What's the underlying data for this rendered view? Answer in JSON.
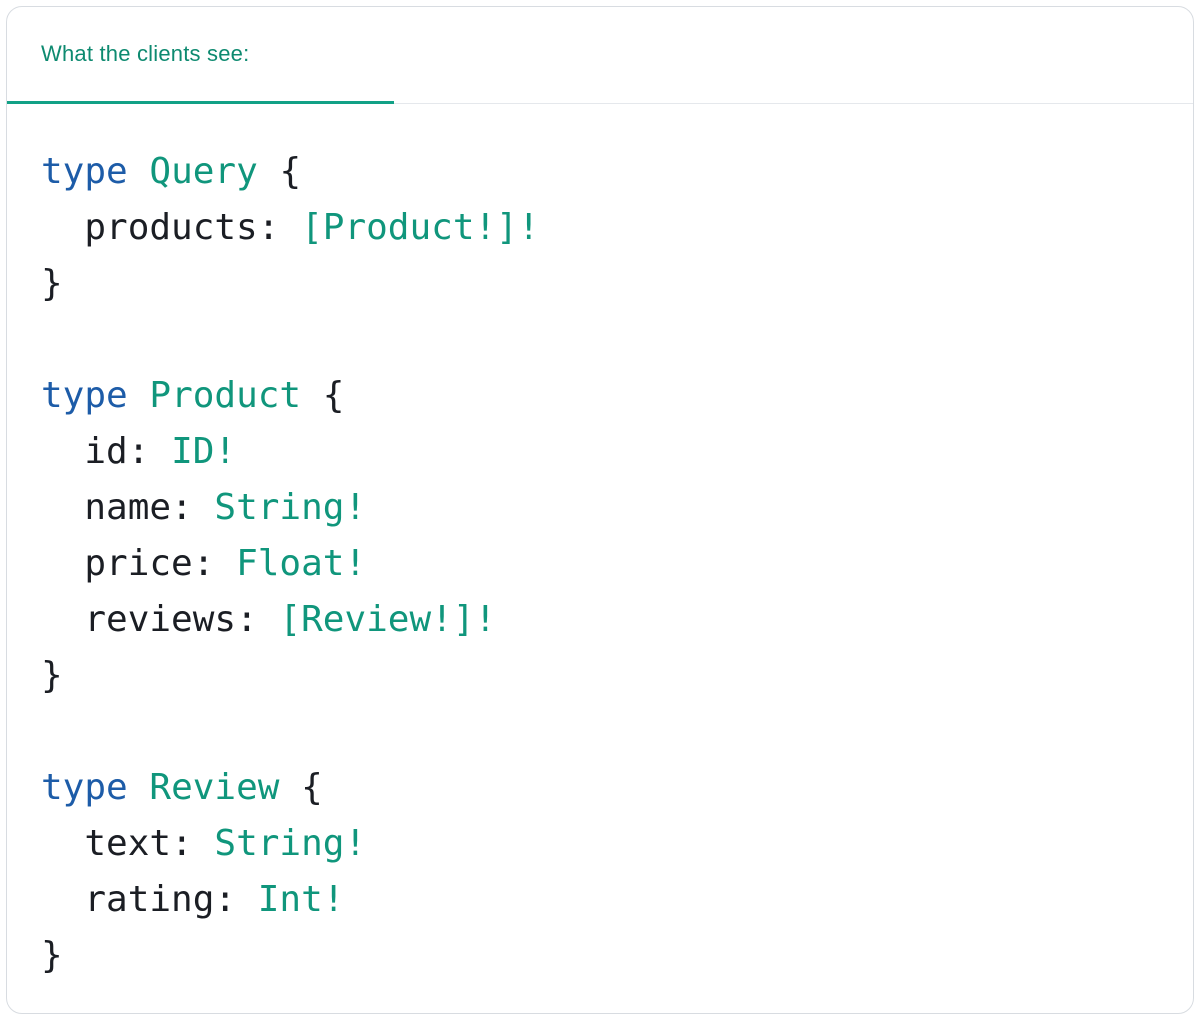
{
  "header": {
    "tab_label": "What the clients see:"
  },
  "code": {
    "language": "graphql",
    "blocks": [
      {
        "keyword": "type",
        "name": "Query",
        "open": "{",
        "close": "}",
        "fields": [
          {
            "label": "products:",
            "type": "[Product!]!"
          }
        ]
      },
      {
        "keyword": "type",
        "name": "Product",
        "open": "{",
        "close": "}",
        "fields": [
          {
            "label": "id:",
            "type": "ID!"
          },
          {
            "label": "name:",
            "type": "String!"
          },
          {
            "label": "price:",
            "type": "Float!"
          },
          {
            "label": "reviews:",
            "type": "[Review!]!"
          }
        ]
      },
      {
        "keyword": "type",
        "name": "Review",
        "open": "{",
        "close": "}",
        "fields": [
          {
            "label": "text:",
            "type": "String!"
          },
          {
            "label": "rating:",
            "type": "Int!"
          }
        ]
      }
    ]
  },
  "colors": {
    "keyword": "#1d5ca8",
    "type": "#10967c",
    "text": "#1b1e24",
    "tab": "#0e8a70",
    "underline": "#12a186",
    "border": "#d8dce1"
  }
}
